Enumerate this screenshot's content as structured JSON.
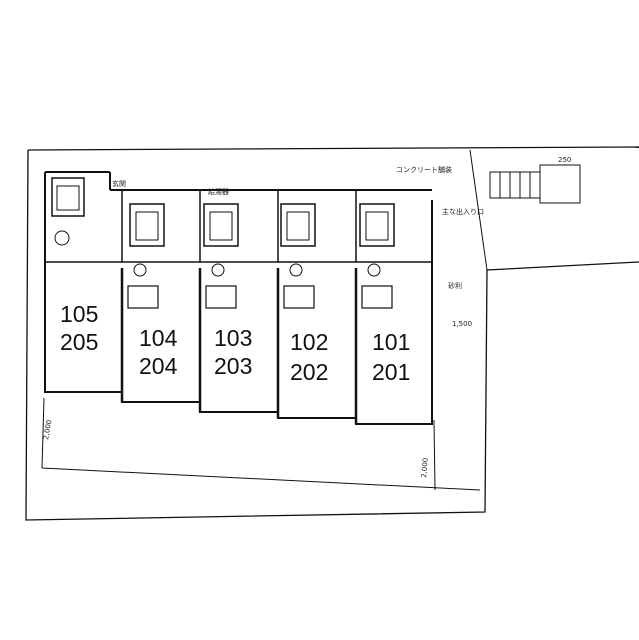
{
  "units": [
    {
      "ground": "105",
      "upper": "205"
    },
    {
      "ground": "104",
      "upper": "204"
    },
    {
      "ground": "103",
      "upper": "203"
    },
    {
      "ground": "102",
      "upper": "202"
    },
    {
      "ground": "101",
      "upper": "201"
    }
  ],
  "labels": {
    "main_entrance": "主な出入り口",
    "gravel": "砂利",
    "concrete": "コンクリート舗装",
    "water_heater": "給湯器",
    "entrance": "玄関",
    "dim_1500": "1,500",
    "dim_2000_left": "2,000",
    "dim_2000_right": "2,000",
    "dim_250": "250"
  }
}
